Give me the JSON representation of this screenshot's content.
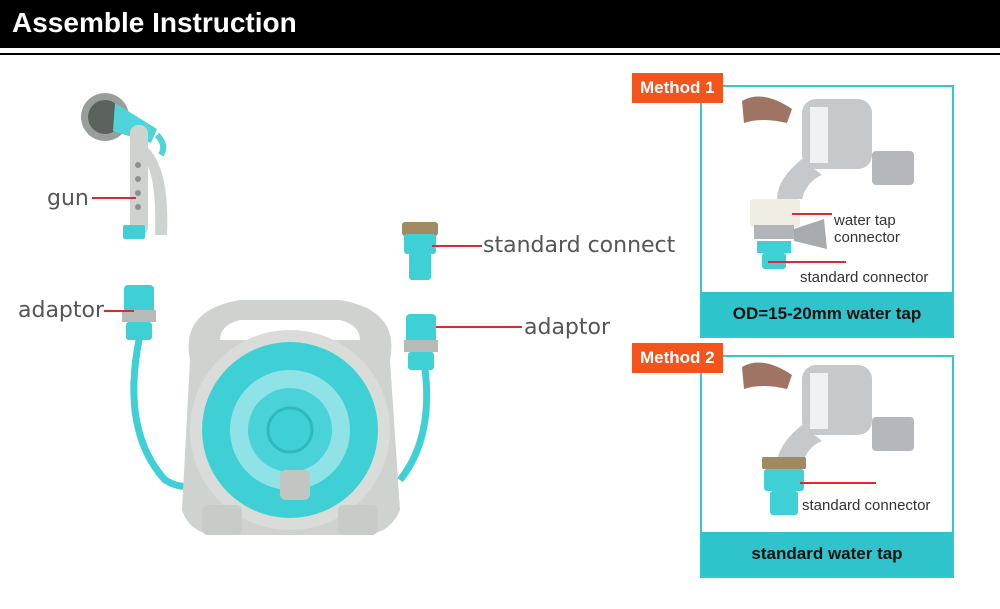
{
  "header": {
    "title": "Assemble Instruction"
  },
  "labels": {
    "gun": "gun",
    "adaptor_left": "adaptor",
    "standard_connect": "standard connect",
    "adaptor_right": "adaptor"
  },
  "methods": [
    {
      "tag": "Method 1",
      "annotations": [
        "water tap connector",
        "standard connector"
      ],
      "footer": "OD=15-20mm water tap"
    },
    {
      "tag": "Method 2",
      "annotations": [
        "standard connector"
      ],
      "footer": "standard water tap"
    }
  ],
  "colors": {
    "accent_teal": "#3fd0d6",
    "leader_red": "#e0282e",
    "method_orange": "#f2541b",
    "panel_border": "#32c8d0",
    "body_grey": "#cfd3cf"
  }
}
